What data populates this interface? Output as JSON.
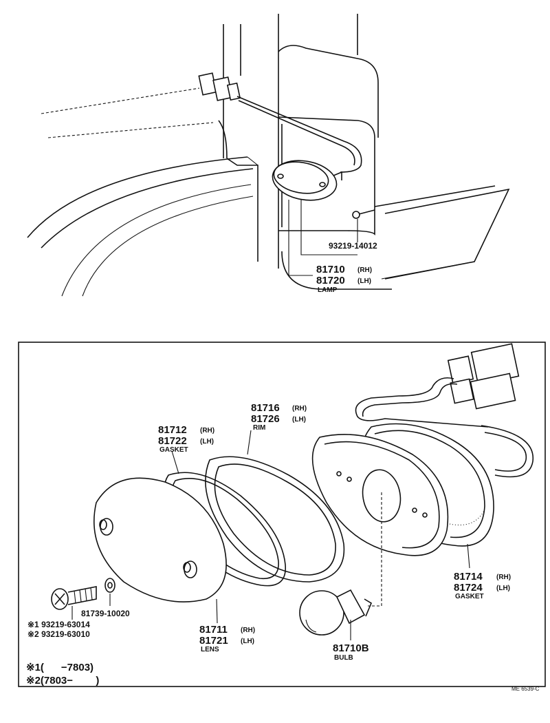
{
  "top_view": {
    "screw_part": "93219-14012",
    "lamp_rh": "81710",
    "lamp_lh": "81720",
    "rh_tag": "(RH)",
    "lh_tag": "(LH)",
    "lamp_name": "LAMP"
  },
  "exploded_view": {
    "gasket_front_rh": "81712",
    "gasket_front_lh": "81722",
    "gasket_front_name": "GASKET",
    "rim_rh": "81716",
    "rim_lh": "81726",
    "rim_name": "RIM",
    "gasket_rear_rh": "81714",
    "gasket_rear_lh": "81724",
    "gasket_rear_name": "GASKET",
    "lens_rh": "81711",
    "lens_lh": "81721",
    "lens_name": "LENS",
    "bulb_part": "81710B",
    "bulb_name": "BULB",
    "washer_part": "81739-10020",
    "screw1_part": "※1 93219-63014",
    "screw2_part": "※2 93219-63010",
    "rh_tag": "(RH)",
    "lh_tag": "(LH)"
  },
  "notes": {
    "note1": "※1(      −7803)",
    "note2": "※2(7803−        )"
  },
  "catalog_code": "ME 6539-C"
}
